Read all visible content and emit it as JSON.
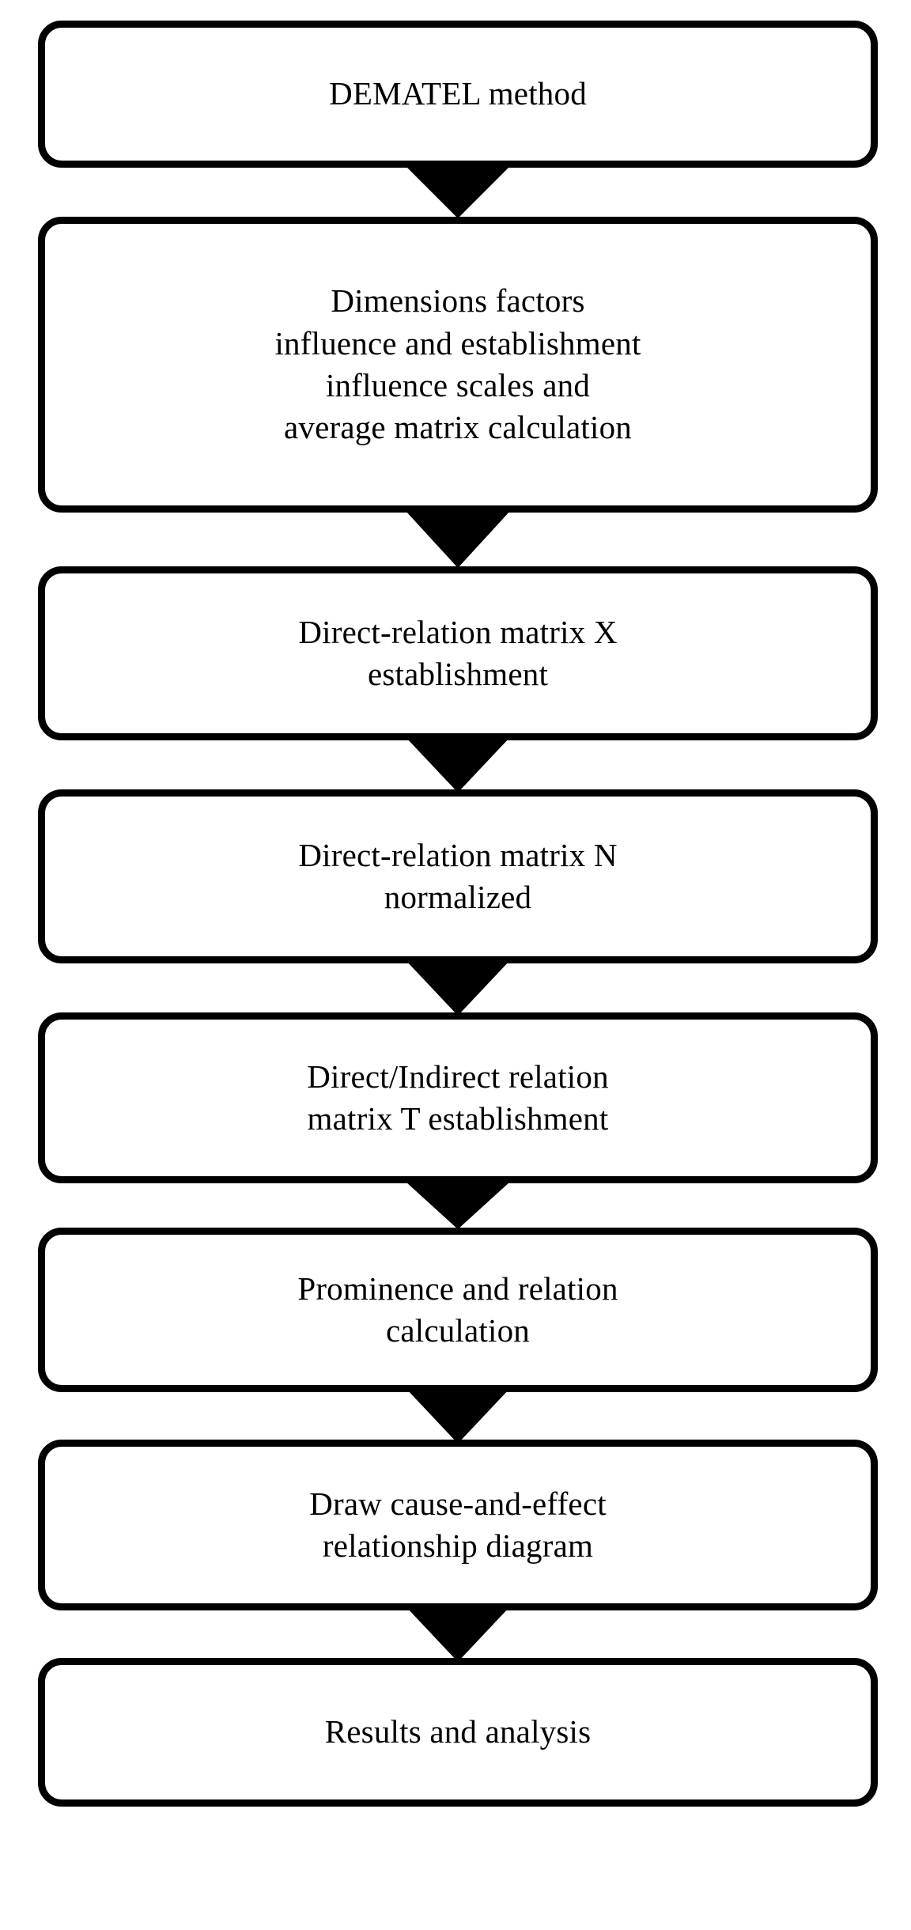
{
  "diagram": {
    "title": "DEMATEL method flowchart",
    "orientation": "vertical",
    "shape": "rounded-rectangle",
    "connector": "solid-down-triangle",
    "colors": {
      "border": "#000000",
      "fill": "#ffffff",
      "text": "#000000",
      "arrow": "#000000"
    },
    "nodes": [
      {
        "id": "node-1",
        "label": "DEMATEL method"
      },
      {
        "id": "node-2",
        "label": "Dimensions factors\ninfluence and establishment\ninfluence scales and\naverage matrix calculation"
      },
      {
        "id": "node-3",
        "label": "Direct-relation matrix X\nestablishment"
      },
      {
        "id": "node-4",
        "label": "Direct-relation matrix N\nnormalized"
      },
      {
        "id": "node-5",
        "label": "Direct/Indirect relation\nmatrix T establishment"
      },
      {
        "id": "node-6",
        "label": "Prominence and relation\ncalculation"
      },
      {
        "id": "node-7",
        "label": "Draw cause-and-effect\nrelationship diagram"
      },
      {
        "id": "node-8",
        "label": "Results and analysis"
      }
    ],
    "edges": [
      {
        "from": "node-1",
        "to": "node-2",
        "marker": "arrow-down-icon"
      },
      {
        "from": "node-2",
        "to": "node-3",
        "marker": "arrow-down-icon"
      },
      {
        "from": "node-3",
        "to": "node-4",
        "marker": "arrow-down-icon"
      },
      {
        "from": "node-4",
        "to": "node-5",
        "marker": "arrow-down-icon"
      },
      {
        "from": "node-5",
        "to": "node-6",
        "marker": "arrow-down-icon"
      },
      {
        "from": "node-6",
        "to": "node-7",
        "marker": "arrow-down-icon"
      },
      {
        "from": "node-7",
        "to": "node-8",
        "marker": "arrow-down-icon"
      }
    ]
  }
}
